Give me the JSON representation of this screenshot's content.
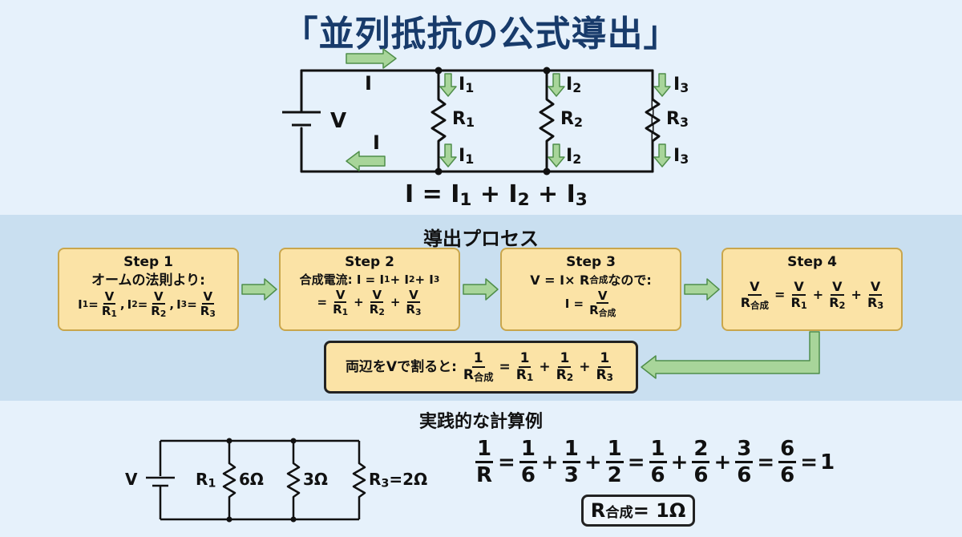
{
  "title": "「並列抵抗の公式導出」",
  "circuit": {
    "battery_label": "V",
    "current_top": "I",
    "current_bottom": "I",
    "branches": [
      {
        "resistor": "R",
        "sub": "1",
        "current": "I",
        "current_sub": "1"
      },
      {
        "resistor": "R",
        "sub": "2",
        "current": "I",
        "current_sub": "2"
      },
      {
        "resistor": "R",
        "sub": "3",
        "current": "I",
        "current_sub": "3"
      }
    ],
    "equation": {
      "lhs": "I = I",
      "s1": "1",
      "p1": " + I",
      "s2": "2",
      "p2": " + I",
      "s3": "3"
    }
  },
  "process": {
    "title": "導出プロセス",
    "steps": [
      {
        "head": "Step 1",
        "line1": "オームの法則より:",
        "var": "I",
        "eq": " = ",
        "num": "V",
        "den": "R",
        "comma": ","
      },
      {
        "head": "Step 2",
        "line1_a": "合成電流: I = I",
        "line1_b": " + I",
        "line1_c": " + I",
        "eq": "=",
        "num": "V",
        "den": "R",
        "plus": "+"
      },
      {
        "head": "Step 3",
        "line1_a": "V = I× R",
        "line1_sub": "合成",
        "line1_b": " なので:",
        "lhs": "I =",
        "num": "V",
        "den": "R",
        "den_sub": "合成"
      },
      {
        "head": "Step 4",
        "num": "V",
        "den": "R",
        "den_sub": "合成",
        "eq": "=",
        "plus": "+"
      }
    ],
    "final": {
      "prefix": "両辺をVで割ると:",
      "num": "1",
      "den": "R",
      "den_sub": "合成",
      "eq": "=",
      "plus": "+"
    }
  },
  "example": {
    "title": "実践的な計算例",
    "battery_label": "V",
    "r1_label": "R",
    "r1_sub": "1",
    "r1_value": "6Ω",
    "r2_value": "3Ω",
    "r3_label": "R",
    "r3_sub": "3",
    "r3_value": "=2Ω",
    "calc": {
      "lhs_num": "1",
      "lhs_den": "R",
      "terms1": [
        {
          "n": "1",
          "d": "6"
        },
        {
          "n": "1",
          "d": "3"
        },
        {
          "n": "1",
          "d": "2"
        }
      ],
      "terms2": [
        {
          "n": "1",
          "d": "6"
        },
        {
          "n": "2",
          "d": "6"
        },
        {
          "n": "3",
          "d": "6"
        }
      ],
      "sum": {
        "n": "6",
        "d": "6"
      },
      "result": "1",
      "eq": "=",
      "plus": "+"
    },
    "result_box": {
      "r": "R",
      "sub": "合成",
      "rest": " = 1Ω"
    }
  },
  "colors": {
    "arrow_fill": "#a8d59a",
    "arrow_stroke": "#4f8e4a",
    "box_fill": "#fbe3a6",
    "box_border": "#c9a64c",
    "title": "#183b6b",
    "wire": "#111111"
  }
}
